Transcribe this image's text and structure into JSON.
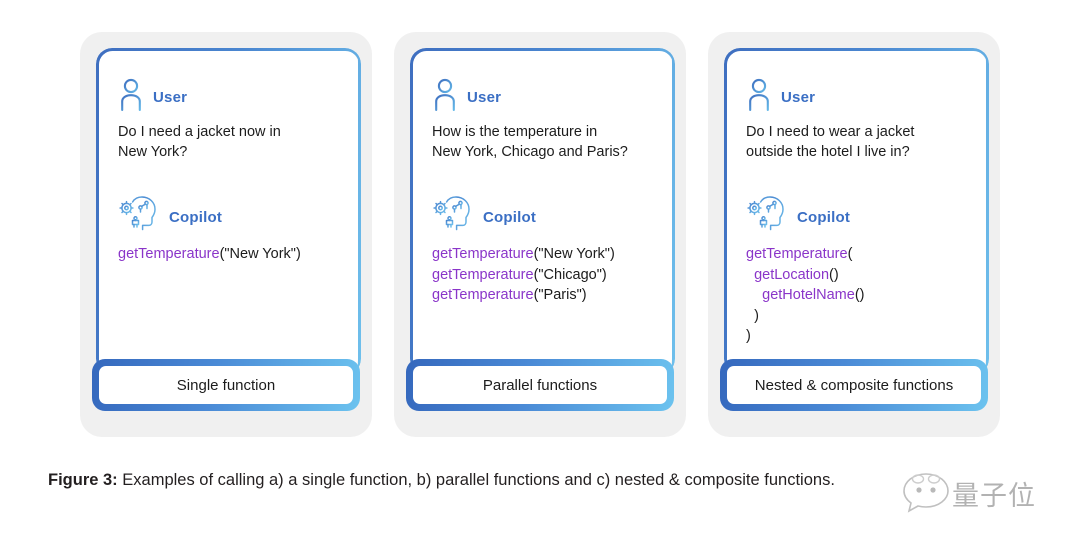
{
  "figure": {
    "caption_label": "Figure 3:",
    "caption_text": " Examples of calling a) a single function, b) parallel functions and c) nested & composite functions.",
    "accent_dark_blue": "#3568bd",
    "accent_light_blue": "#6cc3ef",
    "function_purple": "#8a35c9",
    "panel_gray": "#f0f0f0",
    "speaker_blue": "#3b6fc4"
  },
  "cards": [
    {
      "user": {
        "icon": "user-icon",
        "name": "User",
        "message": "Do I need a jacket now in\nNew York?"
      },
      "copilot": {
        "icon": "copilot-head-gear-icon",
        "name": "Copilot",
        "code_lines": [
          {
            "fn": "getTemperature",
            "rest": "(\"New York\")",
            "indent": 0
          }
        ]
      },
      "label": "Single function"
    },
    {
      "user": {
        "icon": "user-icon",
        "name": "User",
        "message": "How is the temperature in\nNew York, Chicago and Paris?"
      },
      "copilot": {
        "icon": "copilot-head-gear-icon",
        "name": "Copilot",
        "code_lines": [
          {
            "fn": "getTemperature",
            "rest": "(\"New York\")",
            "indent": 0
          },
          {
            "fn": "getTemperature",
            "rest": "(\"Chicago\")",
            "indent": 0
          },
          {
            "fn": "getTemperature",
            "rest": "(\"Paris\")",
            "indent": 0
          }
        ]
      },
      "label": "Parallel functions"
    },
    {
      "user": {
        "icon": "user-icon",
        "name": "User",
        "message": "Do I need to wear a jacket\noutside the hotel I live in?"
      },
      "copilot": {
        "icon": "copilot-head-gear-icon",
        "name": "Copilot",
        "code_lines": [
          {
            "fn": "getTemperature",
            "rest": "(",
            "indent": 0
          },
          {
            "fn": "getLocation",
            "rest": "()",
            "indent": 1
          },
          {
            "fn": "getHotelName",
            "rest": "()",
            "indent": 2
          },
          {
            "fn": "",
            "rest": ")",
            "indent": 1
          },
          {
            "fn": "",
            "rest": ")",
            "indent": 0
          }
        ]
      },
      "label": "Nested & composite functions"
    }
  ],
  "watermark": {
    "icon": "chat-bubble-face-icon",
    "text": "量子位"
  }
}
